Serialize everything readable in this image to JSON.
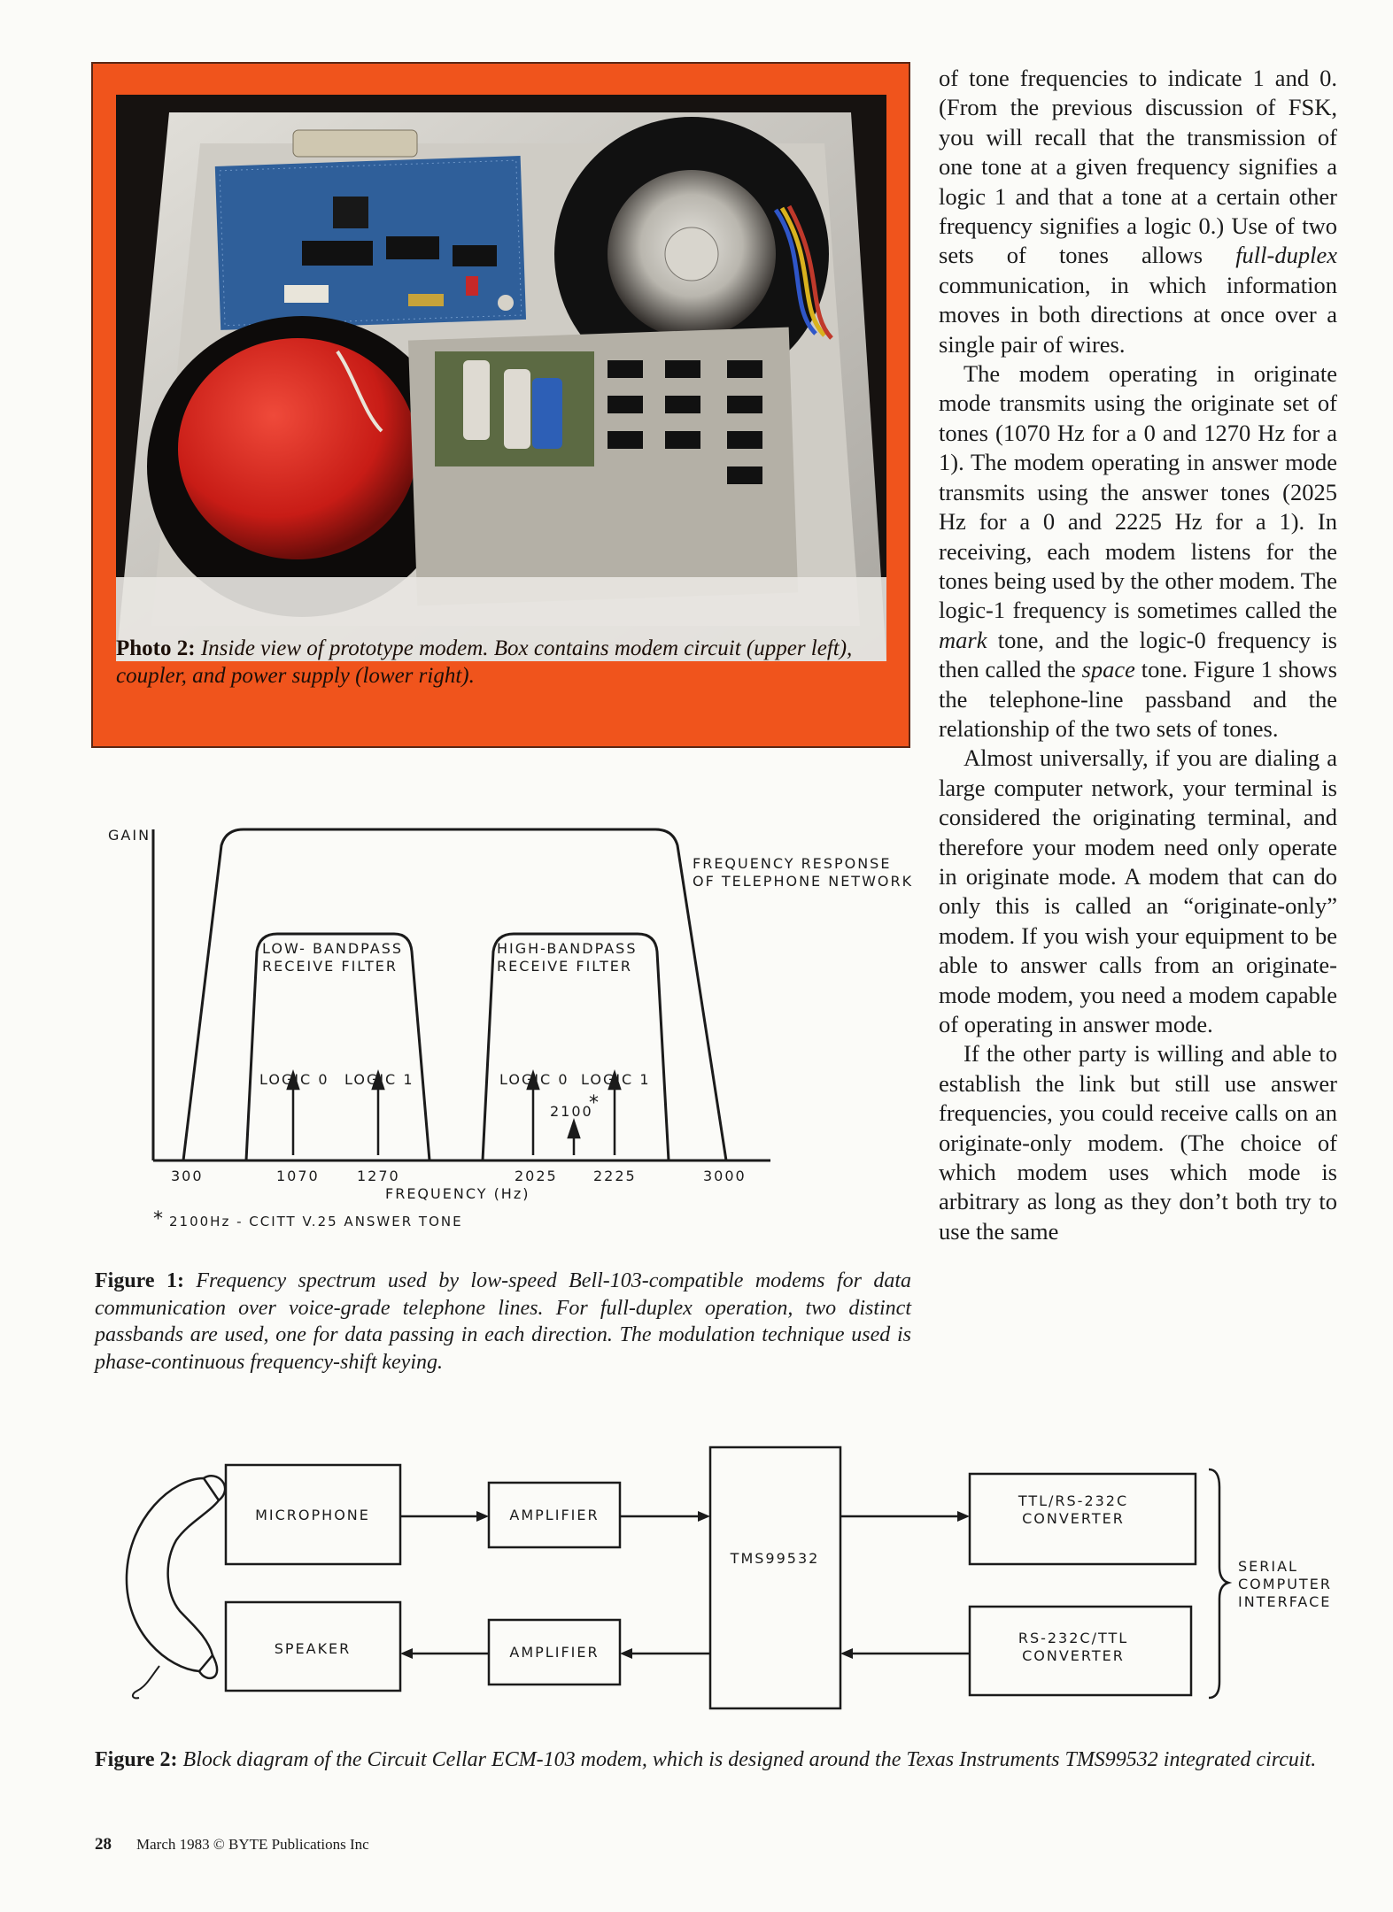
{
  "photo": {
    "caption_label": "Photo 2:",
    "caption_text": "Inside view of prototype modem. Box contains modem circuit (upper left), coupler, and power supply (lower right).",
    "colors": {
      "frame": "#f0541c",
      "board": "#2f5f9a",
      "speaker": "#d8231c",
      "case": "#d8d6cf"
    }
  },
  "article": {
    "paragraphs": [
      {
        "runs": [
          {
            "t": "of tone frequencies to indicate 1 and 0. (From the previous discussion of FSK, you will recall that the transmission of one tone at a given frequency signifies a logic 1 and that a tone at a certain other frequency signifies a logic 0.) Use of two sets of tones allows "
          },
          {
            "t": "full-duplex",
            "i": true
          },
          {
            "t": " communication, in which information moves in both directions at once over a single pair of wires."
          }
        ]
      },
      {
        "runs": [
          {
            "t": "The modem operating in originate mode transmits using the originate set of tones (1070 Hz for a 0 and 1270 Hz for a 1). The modem operating in answer mode transmits using the answer tones (2025 Hz for a 0 and 2225 Hz for a 1). In receiving, each modem listens for the tones being used by the other modem. The logic-1 frequency is sometimes called the "
          },
          {
            "t": "mark",
            "i": true
          },
          {
            "t": " tone, and the logic-0 frequency is then called the "
          },
          {
            "t": "space",
            "i": true
          },
          {
            "t": " tone. Figure 1 shows the telephone-line passband and the relationship of the two sets of tones."
          }
        ]
      },
      {
        "runs": [
          {
            "t": "Almost universally, if you are dialing a large computer network, your terminal is considered the originating terminal, and therefore your modem need only operate in originate mode. A modem that can do only this is called an “originate-only” modem. If you wish your equipment to be able to answer calls from an originate-mode modem, you need a modem capable of operating in answer mode."
          }
        ]
      },
      {
        "runs": [
          {
            "t": "If the other party is willing and able to establish the link but still use answer frequencies, you could receive calls on an originate-only modem. (The choice of which modem uses which mode is arbitrary as long as they don’t both try to use the same"
          }
        ]
      }
    ]
  },
  "figure1": {
    "gain_label": "GAIN",
    "network_label": [
      "FREQUENCY RESPONSE",
      "OF TELEPHONE NETWORK"
    ],
    "low_filter_label": [
      "LOW- BANDPASS",
      "RECEIVE FILTER"
    ],
    "high_filter_label": [
      "HIGH-BANDPASS",
      "RECEIVE FILTER"
    ],
    "logic0": "LOGIC 0",
    "logic1": "LOGIC 1",
    "answer_tone": "2100",
    "asterisk": "*",
    "ticks": [
      "300",
      "1070",
      "1270",
      "2025",
      "2225",
      "3000"
    ],
    "xlabel": "FREQUENCY (Hz)",
    "footnote": "2100Hz - CCITT V.25 ANSWER TONE",
    "caption_label": "Figure 1:",
    "caption_text": "Frequency spectrum used by low-speed Bell-103-compatible modems for data communication over voice-grade telephone lines. For full-duplex operation, two distinct passbands are used, one for data passing in each direction. The modulation technique used is phase-continuous frequency-shift keying."
  },
  "figure2": {
    "microphone": "MICROPHONE",
    "speaker": "SPEAKER",
    "amplifier": "AMPLIFIER",
    "chip": "TMS99532",
    "ttl_rs232": [
      "TTL/RS-232C",
      "CONVERTER"
    ],
    "rs232_ttl": [
      "RS-232C/TTL",
      "CONVERTER"
    ],
    "serial": [
      "SERIAL",
      "COMPUTER",
      "INTERFACE"
    ],
    "caption_label": "Figure 2:",
    "caption_text": "Block diagram of the Circuit Cellar ECM-103 modem, which is designed around the Texas Instruments TMS99532 integrated circuit."
  },
  "footer": {
    "page_number": "28",
    "credit": "March 1983 © BYTE Publications Inc"
  }
}
